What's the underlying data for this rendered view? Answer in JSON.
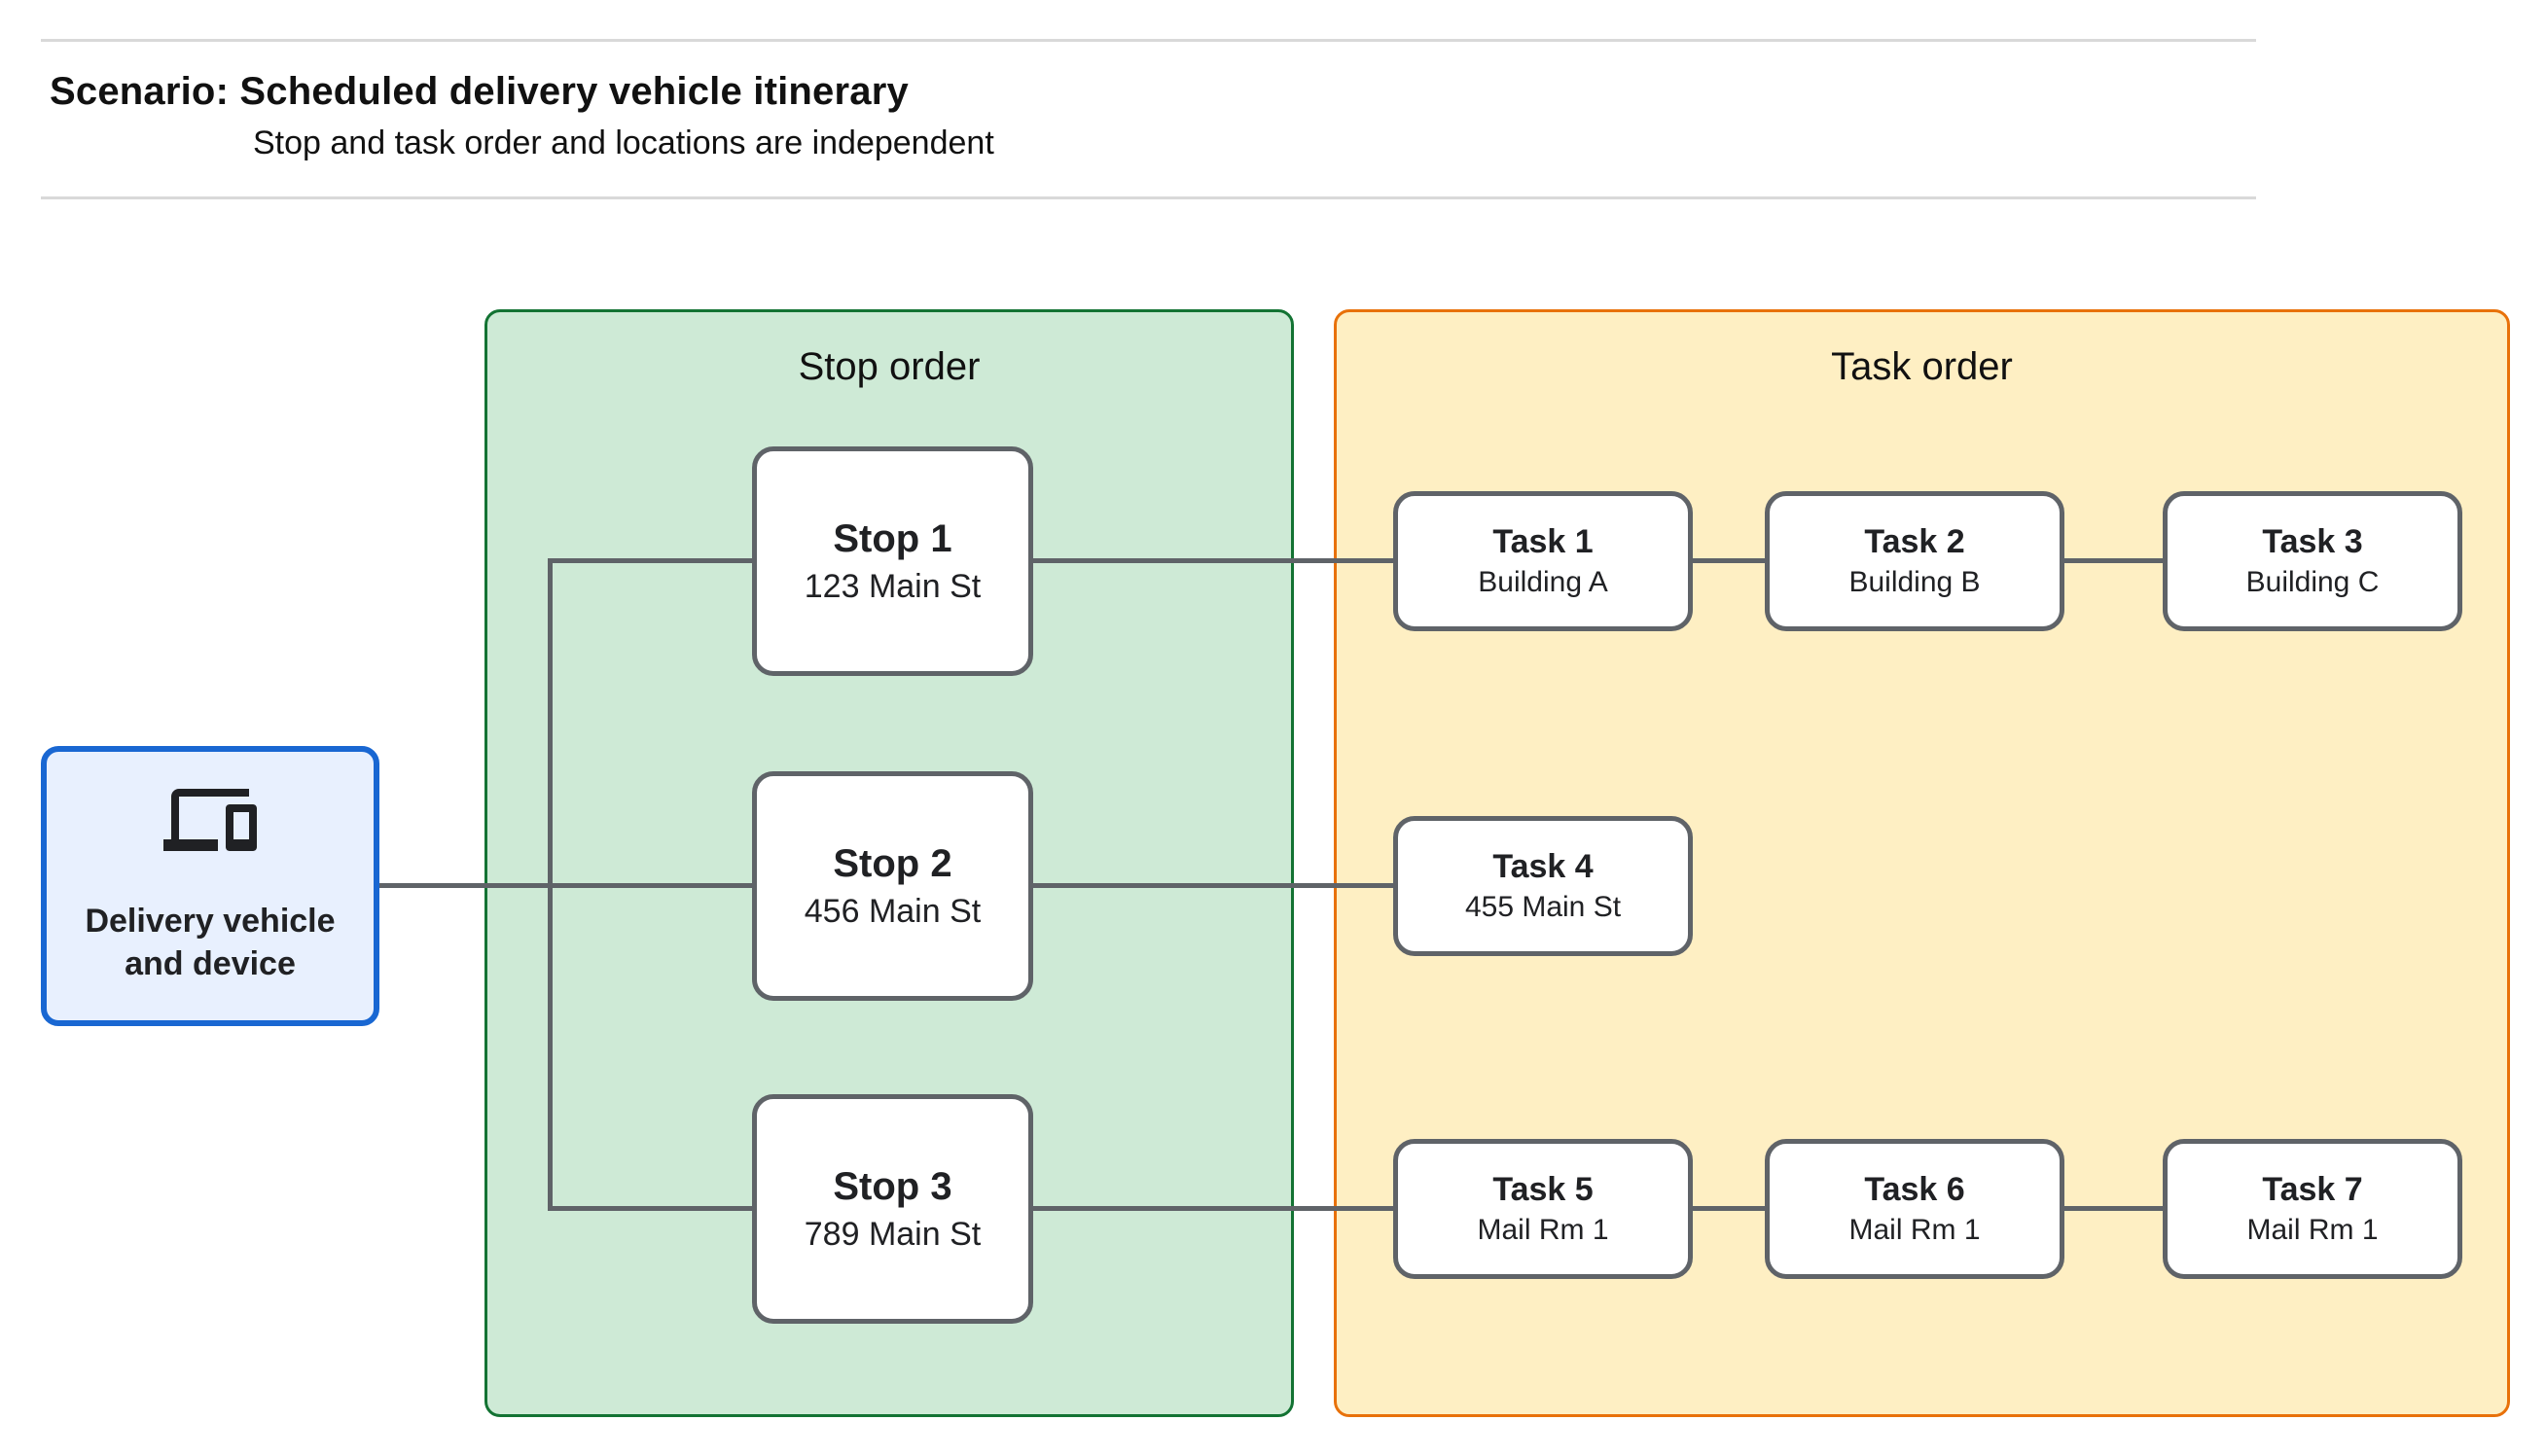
{
  "header": {
    "title": "Scenario: Scheduled delivery vehicle itinerary",
    "subtitle": "Stop and task order and locations are independent"
  },
  "device": {
    "icon": "devices-icon",
    "label_line1": "Delivery vehicle",
    "label_line2": "and device"
  },
  "panels": {
    "stop_order": {
      "title": "Stop order",
      "fill": "#CEEAD6",
      "border": "#137333"
    },
    "task_order": {
      "title": "Task order",
      "fill": "#FEEFC3",
      "border": "#E8710A"
    }
  },
  "stops": [
    {
      "title": "Stop 1",
      "location": "123 Main St"
    },
    {
      "title": "Stop 2",
      "location": "456 Main St"
    },
    {
      "title": "Stop 3",
      "location": "789 Main St"
    }
  ],
  "tasks": [
    {
      "title": "Task 1",
      "location": "Building A"
    },
    {
      "title": "Task 2",
      "location": "Building B"
    },
    {
      "title": "Task 3",
      "location": "Building C"
    },
    {
      "title": "Task 4",
      "location": "455 Main St"
    },
    {
      "title": "Task 5",
      "location": "Mail Rm 1"
    },
    {
      "title": "Task 6",
      "location": "Mail Rm 1"
    },
    {
      "title": "Task 7",
      "location": "Mail Rm 1"
    }
  ],
  "colors": {
    "device_fill": "#E8F0FE",
    "device_border": "#1967D2",
    "node_border": "#5F6368",
    "connector": "#5F6368",
    "rule": "#D9D9D9"
  }
}
